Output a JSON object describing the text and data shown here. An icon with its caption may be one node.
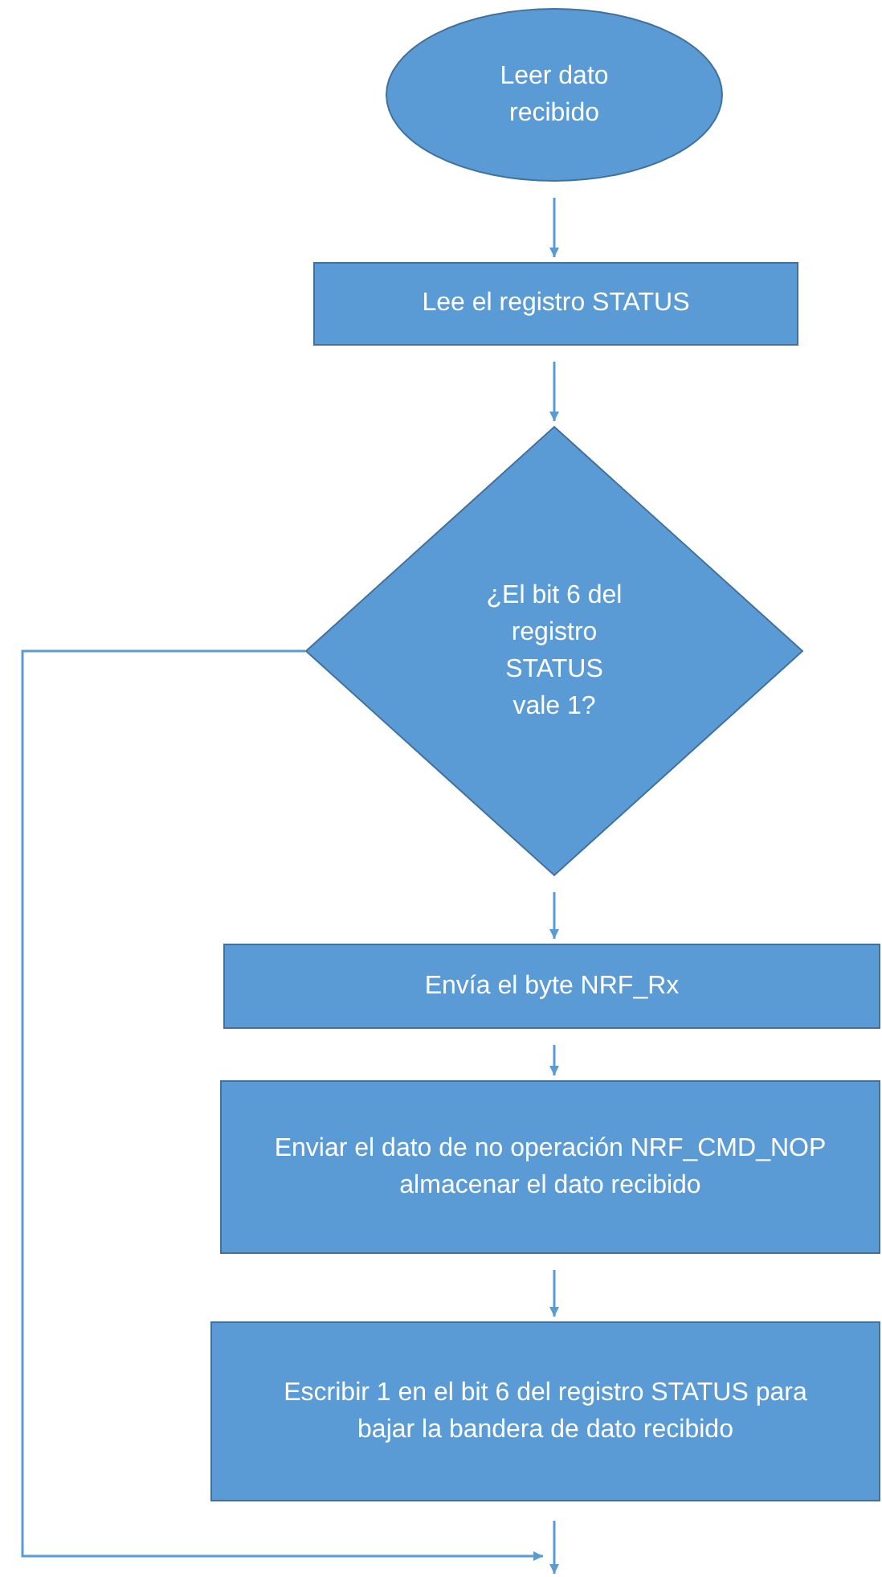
{
  "diagram": {
    "nodes": [
      {
        "text": [
          "Leer dato recibido"
        ]
      },
      {
        "text": [
          "Lee el registro STATUS"
        ]
      },
      {
        "text": [
          "¿El bit 6 del registro STATUS vale 1?"
        ]
      },
      {
        "text": [
          "Envía el byte NRF_Rx"
        ]
      },
      {
        "text": [
          "Enviar el dato de no operación NRF_CMD_NOP almacenar el dato recibido"
        ]
      },
      {
        "text": [
          "Escribir 1 en el bit 6 del registro STATUS para bajar la bandera de dato recibido"
        ]
      }
    ],
    "edges": [
      {
        "from": 0,
        "to": 1,
        "arrow": "to"
      },
      {
        "from": 1,
        "to": 2,
        "arrow": "to"
      },
      {
        "from": 2,
        "to": 3,
        "arrow": "to"
      },
      {
        "from": 3,
        "to": 4,
        "arrow": "to"
      },
      {
        "from": 4,
        "to": 5,
        "arrow": "to"
      },
      {
        "from": 5,
        "to": null,
        "arrow": "to"
      },
      {
        "from": 2,
        "to": null,
        "arrow": "to"
      }
    ]
  }
}
